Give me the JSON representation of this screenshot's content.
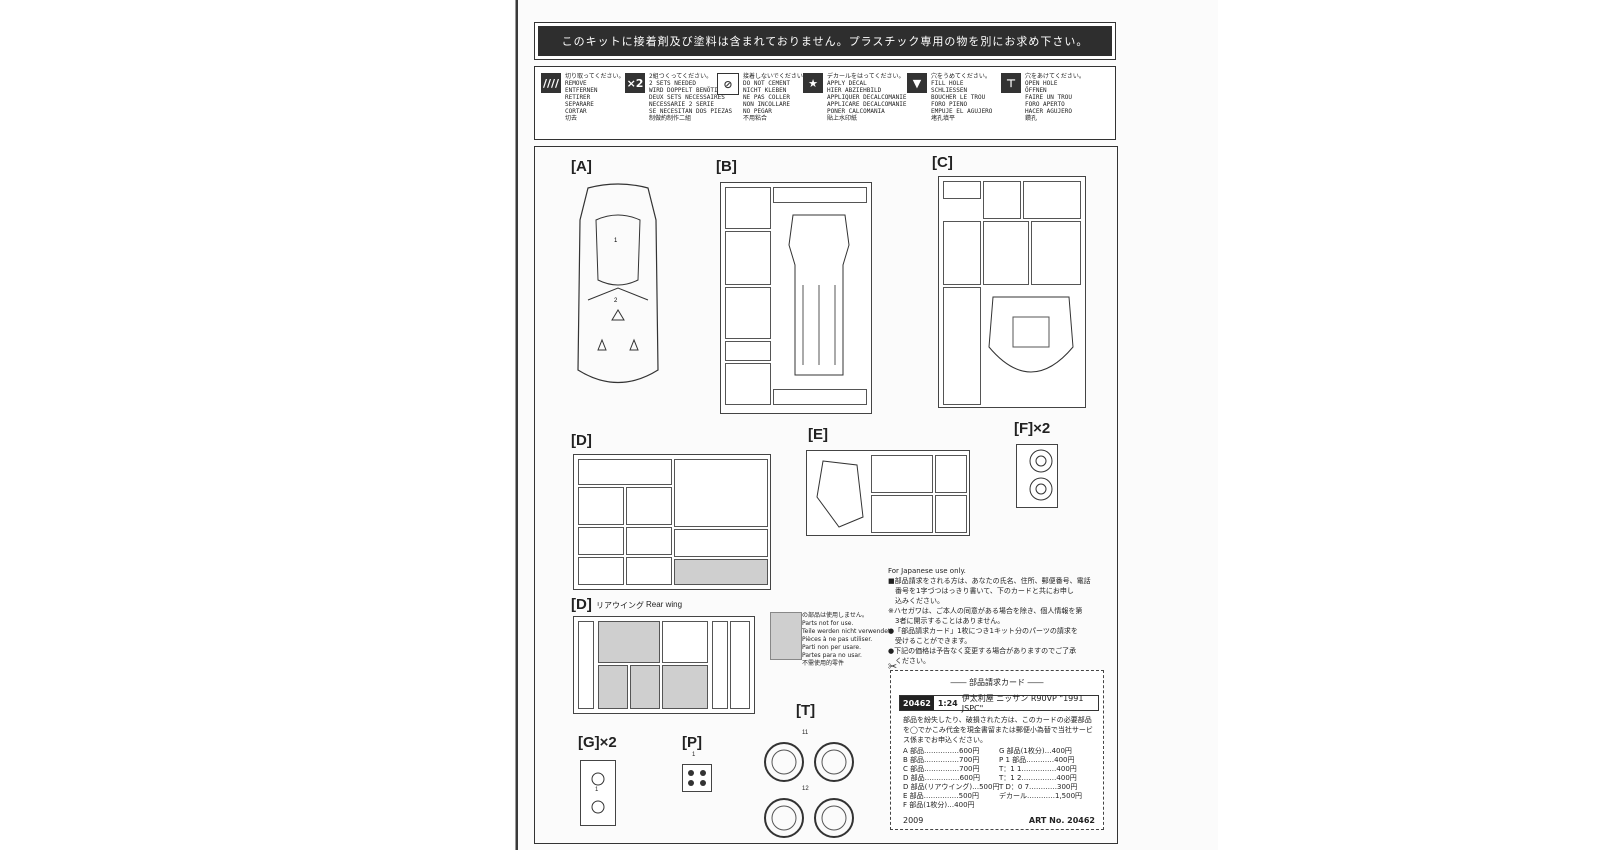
{
  "banner": {
    "text": "このキットに接着剤及び塗料は含まれておりません。プラスチック専用の物を別にお求め下さい。"
  },
  "legend": [
    {
      "icon_name": "cut-icon",
      "glyph": "////",
      "text": "切り取ってください。\nREMOVE\nENTFERNEN\nRETIRER\nSEPARARE\nCORTAR\n切去"
    },
    {
      "icon_name": "two-sets-icon",
      "glyph": "×2",
      "text": "2組つくってください。\n2 SETS NEEDED\nWIRD DOPPELT BENÖTIGT\nDEUX SETS NECESSAIRES\nNECESSARIE 2 SERIE\nSE NECESITAN DOS PIEZAS\n制做約制作二組"
    },
    {
      "icon_name": "no-cement-icon",
      "glyph": "⊘",
      "text": "接着しないでください。\nDO NOT CEMENT\nNICHT KLEBEN\nNE PAS COLLER\nNON INCOLLARE\nNO PEGAR\n不用粘合"
    },
    {
      "icon_name": "decal-star-icon",
      "glyph": "★",
      "text": "デカールをはってください。\nAPPLY DECAL\nHIER ABZIEHBILD\nAPPLIQUER DECALCOMANIE\nAPPLICARE DECALCOMANIE\nPONER CALCOMANIA\n貼上水印紙"
    },
    {
      "icon_name": "fill-hole-icon",
      "glyph": "▼",
      "text": "穴をうめてください。\nFILL HOLE\nSCHLIESSEN\nBOUCHER LE TROU\nFORO PIENO\nEMPUJE EL AGUJERO\n堵孔填平"
    },
    {
      "icon_name": "open-hole-icon",
      "glyph": "⊤",
      "text": "穴をあけてください。\nOPEN HOLE\nÖFFNEN\nFAIRE UN TROU\nFORO APERTO\nHACER AGUJERO\n鑽孔"
    }
  ],
  "parts": {
    "A": "[A]",
    "B": "[B]",
    "C": "[C]",
    "D": "[D]",
    "E": "[E]",
    "F": "[F]×2",
    "D_rear": "[D]",
    "D_rear_jp": "リアウイング",
    "D_rear_en": "Rear wing",
    "G": "[G]×2",
    "P": "[P]",
    "T": "[T]"
  },
  "not_used": {
    "text": "の部品は使用しません。\nParts not for use.\nTeile werden nicht verwendet.\nPièces à ne pas utiliser.\nParti non per usare.\nPartes para no usar.\n不需使用的零件"
  },
  "japan_notice": {
    "header": "For Japanese use only.",
    "lines": [
      "■部品請求をされる方は、あなたの氏名、住所、郵便番号、電話",
      "　番号を1字づつはっきり書いて、下のカードと共にお申し",
      "　込みください。",
      "※ハセガワは、ご本人の同意がある場合を除き、個人情報を第",
      "　3者に開示することはありません。",
      "●「部品請求カード」1枚につき1キット分のパーツの請求を",
      "　受けることができます。",
      "●下記の価格は予告なく変更する場合がありますのでご了承",
      "　ください。"
    ]
  },
  "card": {
    "title": "―― 部品請求カード ――",
    "number": "20462",
    "scale": "1:24",
    "name": "伊太利屋 ニッサン R90VP \"1991 JSPC\"",
    "desc": "部品を紛失したり、破損された方は、このカードの必要部品を◯でかこみ代金を現金書留または郵便小為替で当社サービス係までお申込ください。",
    "left_items": [
      "A 部品……………600円",
      "B 部品……………700円",
      "C 部品……………700円",
      "D 部品……………600円",
      "D 部品(リアウイング)…500円",
      "E 部品……………500円",
      "F 部品(1枚分)…400円"
    ],
    "right_items": [
      "G 部品(1枚分)…400円",
      "P 1 部品…………400円",
      "T：1 1……………400円",
      "T：1 2……………400円",
      "T D：0 7…………300円",
      "デカール…………1,500円"
    ],
    "year": "2009",
    "art": "ART No. 20462"
  },
  "numbers": {
    "T_11": "11",
    "T_12": "12",
    "P_1": "1",
    "G_1": "1"
  }
}
